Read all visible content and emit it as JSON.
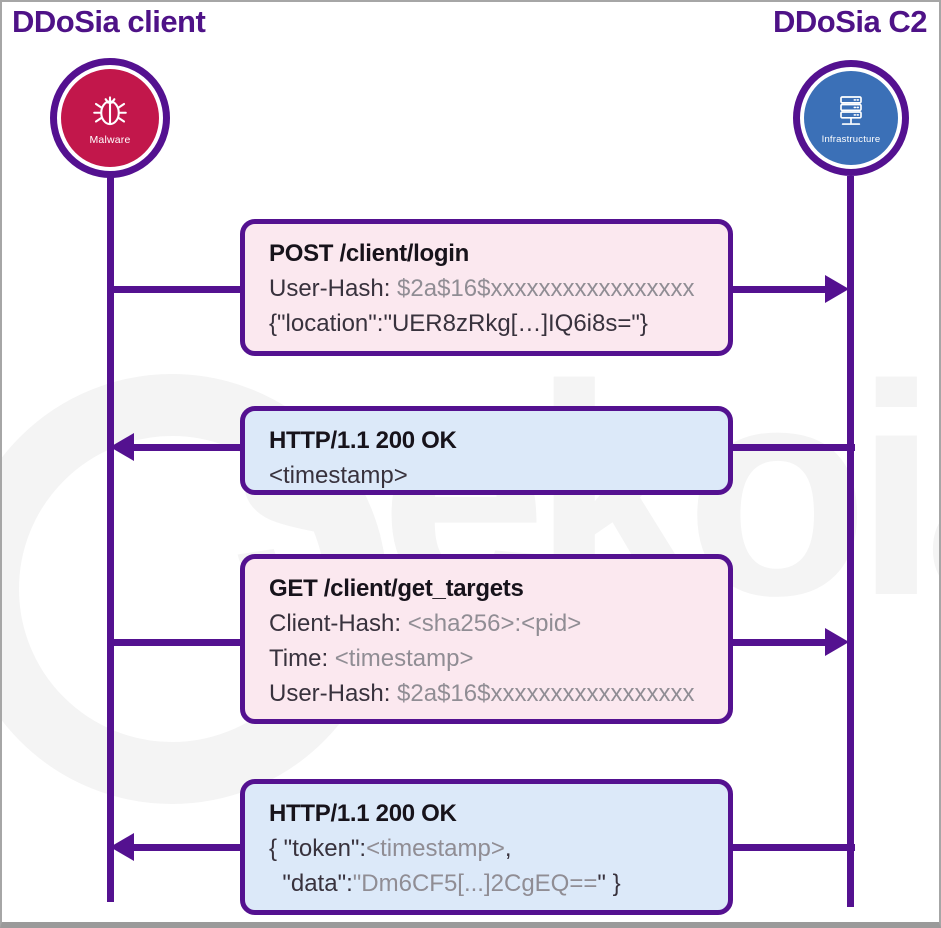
{
  "diagram": {
    "left_actor": {
      "title": "DDoSia client",
      "label": "Malware",
      "icon": "bug-icon"
    },
    "right_actor": {
      "title": "DDoSia C2",
      "label": "Infrastructure",
      "icon": "server-icon"
    },
    "watermark_text": "sekoia"
  },
  "messages": [
    {
      "id": "post-client-login",
      "direction": "to-c2",
      "kind": "request",
      "lines": [
        [
          {
            "text": "POST /client/login",
            "tone": "title"
          }
        ],
        [
          {
            "text": "User-Hash: ",
            "tone": "dark"
          },
          {
            "text": "$2a$16$xxxxxxxxxxxxxxxxx",
            "tone": "muted"
          }
        ],
        [
          {
            "text": "{\"location\":\"UER8zRkg[…]IQ6i8s=\"}",
            "tone": "dark"
          }
        ]
      ]
    },
    {
      "id": "login-response",
      "direction": "to-client",
      "kind": "response",
      "lines": [
        [
          {
            "text": "HTTP/1.1 200 OK",
            "tone": "title"
          }
        ],
        [
          {
            "text": "<timestamp>",
            "tone": "dark"
          }
        ]
      ]
    },
    {
      "id": "get-targets-request",
      "direction": "to-c2",
      "kind": "request",
      "lines": [
        [
          {
            "text": "GET /client/get_targets",
            "tone": "title"
          }
        ],
        [
          {
            "text": "Client-Hash: ",
            "tone": "dark"
          },
          {
            "text": "<sha256>:<pid>",
            "tone": "muted"
          }
        ],
        [
          {
            "text": "Time: ",
            "tone": "dark"
          },
          {
            "text": "<timestamp>",
            "tone": "muted"
          }
        ],
        [
          {
            "text": "User-Hash: ",
            "tone": "dark"
          },
          {
            "text": "$2a$16$xxxxxxxxxxxxxxxxx",
            "tone": "muted"
          }
        ]
      ]
    },
    {
      "id": "get-targets-response",
      "direction": "to-client",
      "kind": "response",
      "lines": [
        [
          {
            "text": "HTTP/1.1 200 OK",
            "tone": "title"
          }
        ],
        [
          {
            "text": "{ \"token\":",
            "tone": "dark"
          },
          {
            "text": "<timestamp>",
            "tone": "muted"
          },
          {
            "text": ",",
            "tone": "dark"
          }
        ],
        [
          {
            "text": "  \"data\":",
            "tone": "dark"
          },
          {
            "text": "\"Dm6CF5[...]2CgEQ==",
            "tone": "muted"
          },
          {
            "text": "\" }",
            "tone": "dark"
          }
        ]
      ]
    }
  ],
  "colors": {
    "purple": "#541190",
    "title_purple": "#4e1287",
    "crimson": "#c2174b",
    "blue": "#3b70b7",
    "pink_fill": "#fbe8ef",
    "blue_fill": "#dce9f9",
    "text_strong": "#17131b",
    "text_dark": "#38323d",
    "text_muted": "#908d94",
    "watermark": "#f4f4f4"
  }
}
